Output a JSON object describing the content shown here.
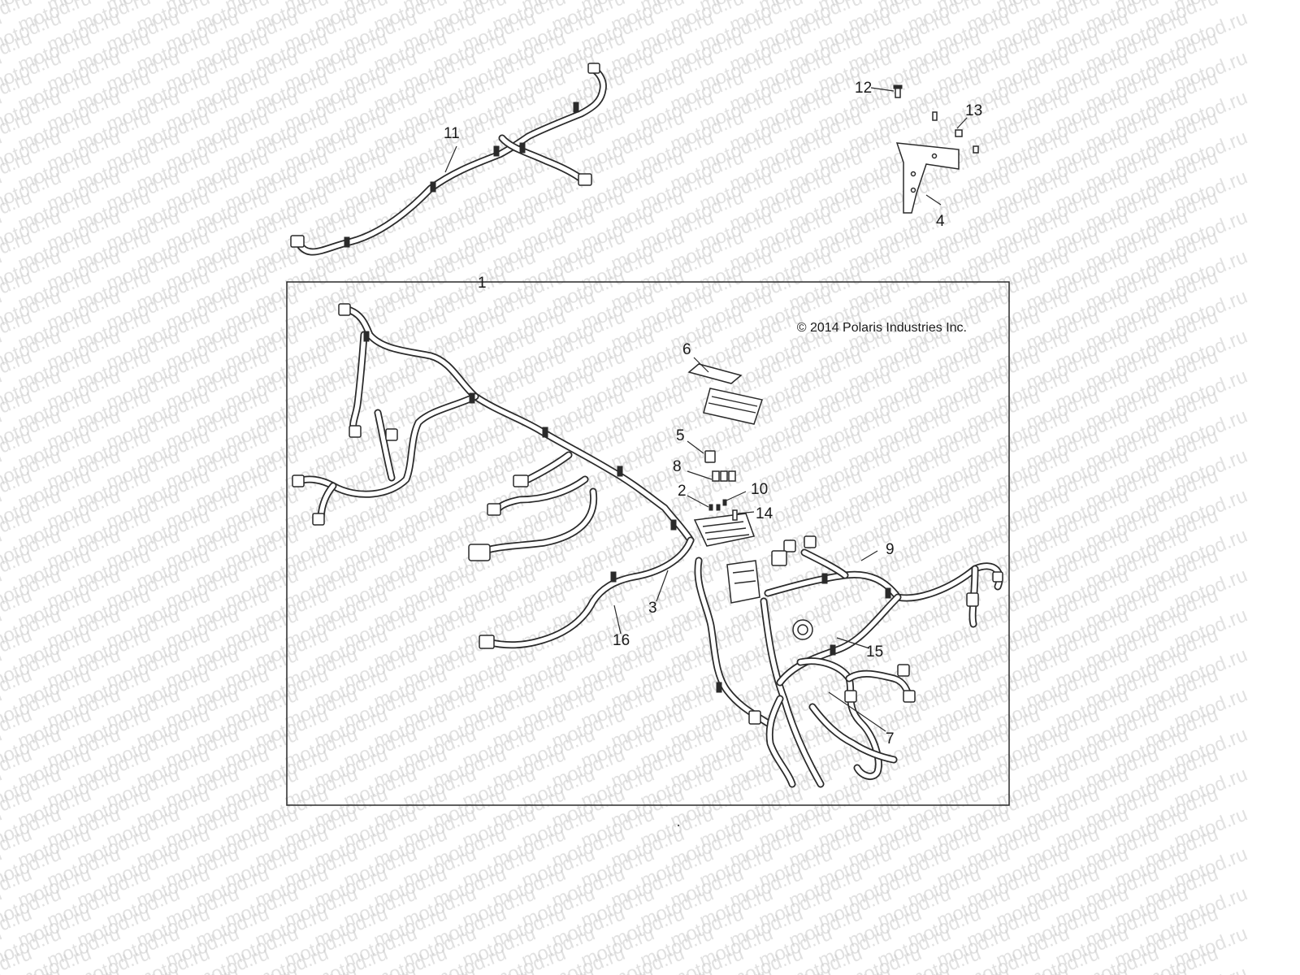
{
  "watermark": "motod.ru",
  "copyright": "© 2014 Polaris Industries Inc.",
  "callouts": [
    {
      "id": "c1",
      "label": "1"
    },
    {
      "id": "c2",
      "label": "2"
    },
    {
      "id": "c3",
      "label": "3"
    },
    {
      "id": "c4",
      "label": "4"
    },
    {
      "id": "c5",
      "label": "5"
    },
    {
      "id": "c6",
      "label": "6"
    },
    {
      "id": "c7",
      "label": "7"
    },
    {
      "id": "c8",
      "label": "8"
    },
    {
      "id": "c9",
      "label": "9"
    },
    {
      "id": "c10",
      "label": "10"
    },
    {
      "id": "c11",
      "label": "11"
    },
    {
      "id": "c12",
      "label": "12"
    },
    {
      "id": "c13",
      "label": "13"
    },
    {
      "id": "c14",
      "label": "14"
    },
    {
      "id": "c15",
      "label": "15"
    },
    {
      "id": "c16",
      "label": "16"
    }
  ]
}
